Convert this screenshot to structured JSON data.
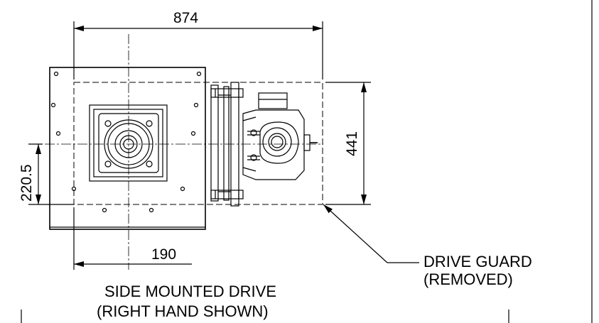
{
  "dimensions": {
    "overall_width": "874",
    "height_right": "441",
    "height_left": "220.5",
    "bottom_offset": "190"
  },
  "callout": {
    "line1": "DRIVE GUARD",
    "line2": "(REMOVED)"
  },
  "caption": {
    "line1": "SIDE MOUNTED DRIVE",
    "line2": "(RIGHT HAND SHOWN)"
  }
}
